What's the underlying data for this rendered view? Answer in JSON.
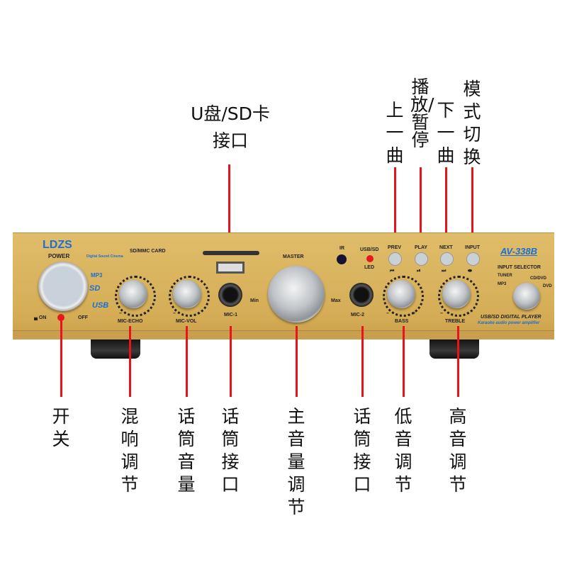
{
  "callouts_top": [
    {
      "id": "usb-sd",
      "lines": [
        "U盘/SD卡",
        "接口"
      ]
    },
    {
      "id": "prev",
      "text": "上一曲"
    },
    {
      "id": "play",
      "text": "播放/暂停"
    },
    {
      "id": "next",
      "text": "下一曲"
    },
    {
      "id": "mode",
      "text": "模式切换"
    }
  ],
  "callouts_bottom": [
    {
      "id": "power",
      "text": "开关"
    },
    {
      "id": "echo",
      "text": "混响调节"
    },
    {
      "id": "micvol",
      "text": "话筒音量"
    },
    {
      "id": "mic1",
      "text": "话筒接口"
    },
    {
      "id": "master",
      "text": "主音量调节"
    },
    {
      "id": "mic2",
      "text": "话筒接口"
    },
    {
      "id": "bass",
      "text": "低音调节"
    },
    {
      "id": "treble",
      "text": "高音调节"
    }
  ],
  "panel": {
    "brand": "LDZS",
    "power": "POWER",
    "on": "ON",
    "off": "OFF",
    "logos": [
      "Digital Sound Cinema",
      "MP3",
      "SD",
      "USB"
    ],
    "card": "SD/MMC CARD",
    "mic_echo": "MIC-ECHO",
    "mic_vol": "MIC-VOL",
    "mic1": "MIC-1",
    "mic2": "MIC-2",
    "master": "MASTER",
    "min": "Min",
    "max": "Max",
    "ir": "IR",
    "usbsd": "USB/SD",
    "led": "LED",
    "prev": "PREV",
    "play": "PLAY",
    "next": "NEXT",
    "input": "INPUT",
    "bass": "BASS",
    "treble": "TREBLE",
    "minus": "–",
    "plus": "+",
    "model": "AV-338B",
    "selector": "INPUT SELECTOR",
    "tuner": "TUNER",
    "mp3": "MP3",
    "cddvd": "CD/DVD",
    "dvd": "DVD",
    "player": "USB/SD DIGITAL PLAYER",
    "tagline": "Karaoke audio power amplifier"
  }
}
